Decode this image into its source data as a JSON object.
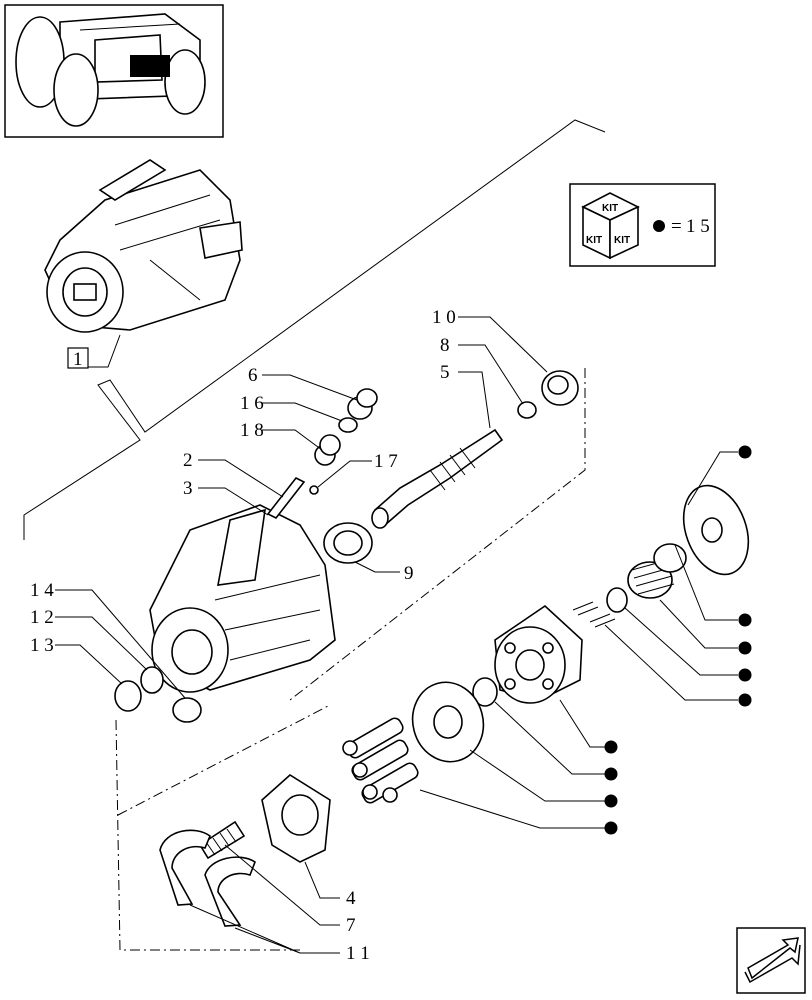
{
  "labels": {
    "ref_box": "1",
    "kit_top": "KIT",
    "kit_left": "KIT",
    "kit_right": "KIT",
    "kit_eq": "=",
    "kit_num": "1 5",
    "n2": "2",
    "n3": "3",
    "n4": "4",
    "n5": "5",
    "n6": "6",
    "n7": "7",
    "n8": "8",
    "n9": "9",
    "n10": "1 0",
    "n11": "1 1",
    "n12": "1 2",
    "n13": "1 3",
    "n14": "1 4",
    "n16": "1 6",
    "n17": "1 7",
    "n18": "1 8"
  },
  "icons": {
    "kit_marker": "filled-dot",
    "nav": "next-page-arrow-icon"
  }
}
